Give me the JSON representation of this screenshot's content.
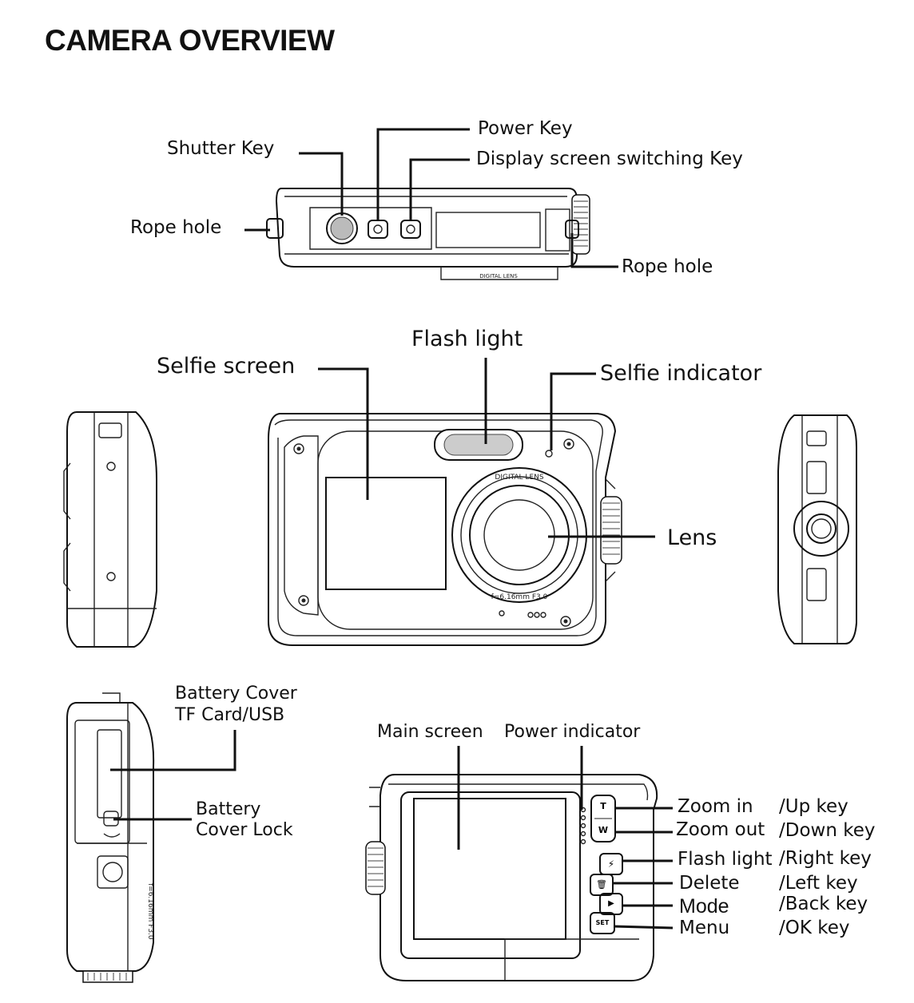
{
  "title": "CAMERA OVERVIEW",
  "top_view": {
    "shutter_key": "Shutter Key",
    "power_key": "Power Key",
    "display_switch_key": "Display screen switching Key",
    "rope_hole_left": "Rope hole",
    "rope_hole_right": "Rope hole",
    "lens_print": "DIGITAL LENS"
  },
  "front_view": {
    "flash_light": "Flash light",
    "selfie_screen": "Selfie screen",
    "selfie_indicator": "Selfie indicator",
    "lens": "Lens",
    "lens_ring_top": "DIGITAL LENS",
    "lens_ring_bottom": "f=6.16mm F3.0"
  },
  "side_view": {
    "battery_cover_line1": "Battery Cover",
    "battery_cover_line2": "TF Card/USB",
    "battery_lock_line1": "Battery",
    "battery_lock_line2": "Cover Lock",
    "lens_print": "f=6.16mm F3.0"
  },
  "back_view": {
    "main_screen": "Main screen",
    "power_indicator": "Power indicator",
    "keys": [
      {
        "label": "Zoom in",
        "alt": "/Up key",
        "glyph": "T"
      },
      {
        "label": "Zoom out",
        "alt": "/Down key",
        "glyph": "W"
      },
      {
        "label": "Flash light",
        "alt": "/Right key",
        "glyph": "⚡"
      },
      {
        "label": "Delete",
        "alt": "/Left key",
        "glyph": "🗑"
      },
      {
        "label": "Mode",
        "alt": "/Back key",
        "glyph": "▶"
      },
      {
        "label": "Menu",
        "alt": "/OK key",
        "glyph": "SET"
      }
    ]
  }
}
